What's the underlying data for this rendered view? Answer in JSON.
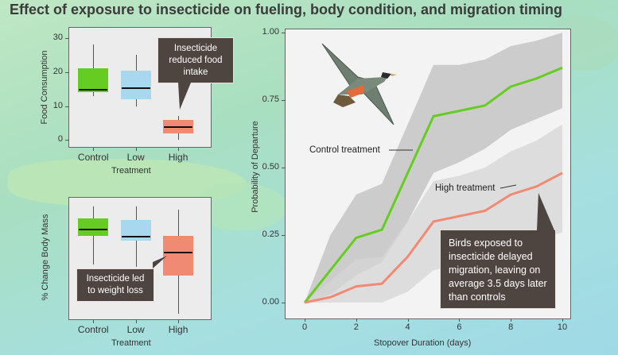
{
  "title": "Effect of exposure to insecticide on fueling, body condition, and migration timing",
  "colors": {
    "control": "#66cc22",
    "low": "#a7d8ee",
    "high": "#f08a73",
    "ribbon_control": "#c4c4c4",
    "ribbon_high": "#d6d6d6",
    "callout_bg": "#4e4440"
  },
  "chart_data": [
    {
      "type": "box",
      "ylabel": "Food Consumption",
      "xlabel": "Treatment",
      "ylim": [
        -2,
        33
      ],
      "yticks": [
        0,
        10,
        20,
        30
      ],
      "categories": [
        "Control",
        "Low",
        "High"
      ],
      "boxes": [
        {
          "name": "Control",
          "whisker_low": 13,
          "q1": 14,
          "median": 15,
          "q3": 21,
          "whisker_high": 28
        },
        {
          "name": "Low",
          "whisker_low": 10,
          "q1": 12,
          "median": 15.5,
          "q3": 20.5,
          "whisker_high": 25
        },
        {
          "name": "High",
          "whisker_low": 0,
          "q1": 2,
          "median": 4,
          "q3": 6,
          "whisker_high": 7
        }
      ],
      "annotation": "Insecticide reduced food intake"
    },
    {
      "type": "box",
      "ylabel": "% Change Body Mass",
      "xlabel": "Treatment",
      "ylim": [
        -17,
        4
      ],
      "yticks": [],
      "categories": [
        "Control",
        "Low",
        "High"
      ],
      "boxes": [
        {
          "name": "Control",
          "whisker_low": -7.5,
          "q1": -2.6,
          "median": -1.3,
          "q3": 0.4,
          "whisker_high": 2.5
        },
        {
          "name": "Low",
          "whisker_low": -8,
          "q1": -3.4,
          "median": -2.6,
          "q3": 0.2,
          "whisker_high": 2.5
        },
        {
          "name": "High",
          "whisker_low": -16,
          "q1": -9.5,
          "median": -5.3,
          "q3": -2.6,
          "whisker_high": 2
        }
      ],
      "annotation": "Insecticide led to weight loss"
    },
    {
      "type": "line",
      "xlabel": "Stopover Duration (days)",
      "ylabel": "Probability of Departure",
      "xlim": [
        0,
        10
      ],
      "ylim": [
        0,
        1
      ],
      "xticks": [
        0,
        2,
        4,
        6,
        8,
        10
      ],
      "xtick_labels": [
        "0",
        "2",
        "4",
        "6",
        "8",
        "10"
      ],
      "yticks": [
        0,
        0.25,
        0.5,
        0.75,
        1
      ],
      "ytick_labels": [
        "0.00",
        "0.25",
        "0.50",
        "0.75",
        "1.00"
      ],
      "series": [
        {
          "name": "Control treatment",
          "x": [
            0,
            1,
            2,
            3,
            4,
            5,
            6,
            7,
            8,
            9,
            10
          ],
          "y": [
            0,
            0.12,
            0.24,
            0.27,
            0.48,
            0.69,
            0.71,
            0.73,
            0.8,
            0.83,
            0.87
          ],
          "band_low": [
            0,
            0.03,
            0.1,
            0.15,
            0.3,
            0.48,
            0.52,
            0.57,
            0.64,
            0.68,
            0.72
          ],
          "band_high": [
            0,
            0.25,
            0.4,
            0.44,
            0.66,
            0.88,
            0.88,
            0.9,
            0.95,
            0.97,
            1.0
          ]
        },
        {
          "name": "High treatment",
          "x": [
            0,
            1,
            2,
            3,
            4,
            5,
            6,
            7,
            8,
            9,
            10
          ],
          "y": [
            0,
            0.02,
            0.06,
            0.07,
            0.17,
            0.3,
            0.32,
            0.34,
            0.4,
            0.43,
            0.48
          ],
          "band_low": [
            0,
            0,
            0,
            0,
            0.04,
            0.12,
            0.14,
            0.16,
            0.2,
            0.23,
            0.26
          ],
          "band_high": [
            0,
            0.08,
            0.16,
            0.17,
            0.3,
            0.45,
            0.47,
            0.5,
            0.56,
            0.6,
            0.66
          ]
        }
      ],
      "annotations": {
        "control_label": "Control treatment",
        "high_label": "High treatment",
        "callout": "Birds exposed to insecticide delayed migration, leaving on average 3.5 days later than controls"
      }
    }
  ]
}
